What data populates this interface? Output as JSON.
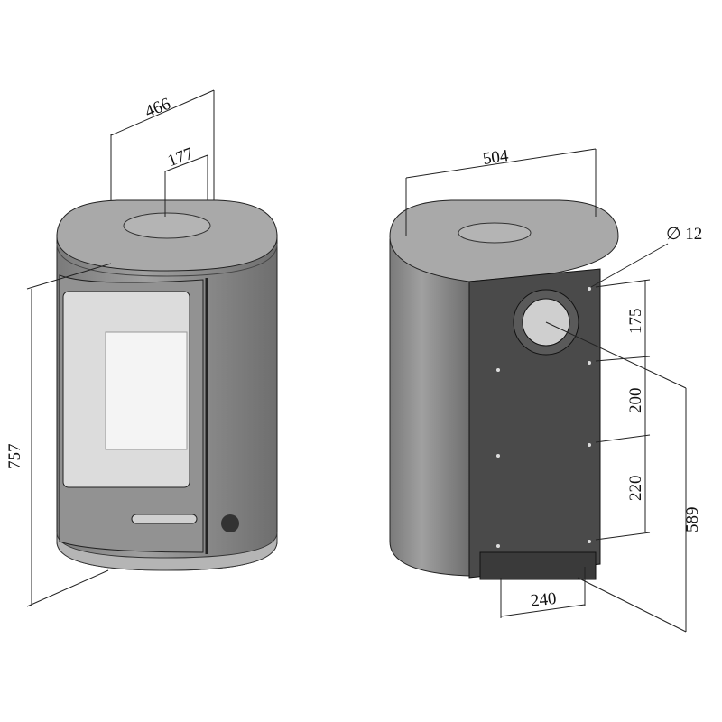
{
  "front_view": {
    "width_label": "466",
    "flue_offset_label": "177",
    "height_label": "757"
  },
  "back_view": {
    "width_label": "504",
    "hole_diameter_label": "∅ 12",
    "dim_175": "175",
    "dim_200": "200",
    "dim_220": "220",
    "dim_589": "589",
    "dim_240": "240"
  },
  "colors": {
    "body": "#8d8d8d",
    "top": "#a9a9a9",
    "panel": "#4a4a4a",
    "glass": "#e8e8e8"
  }
}
